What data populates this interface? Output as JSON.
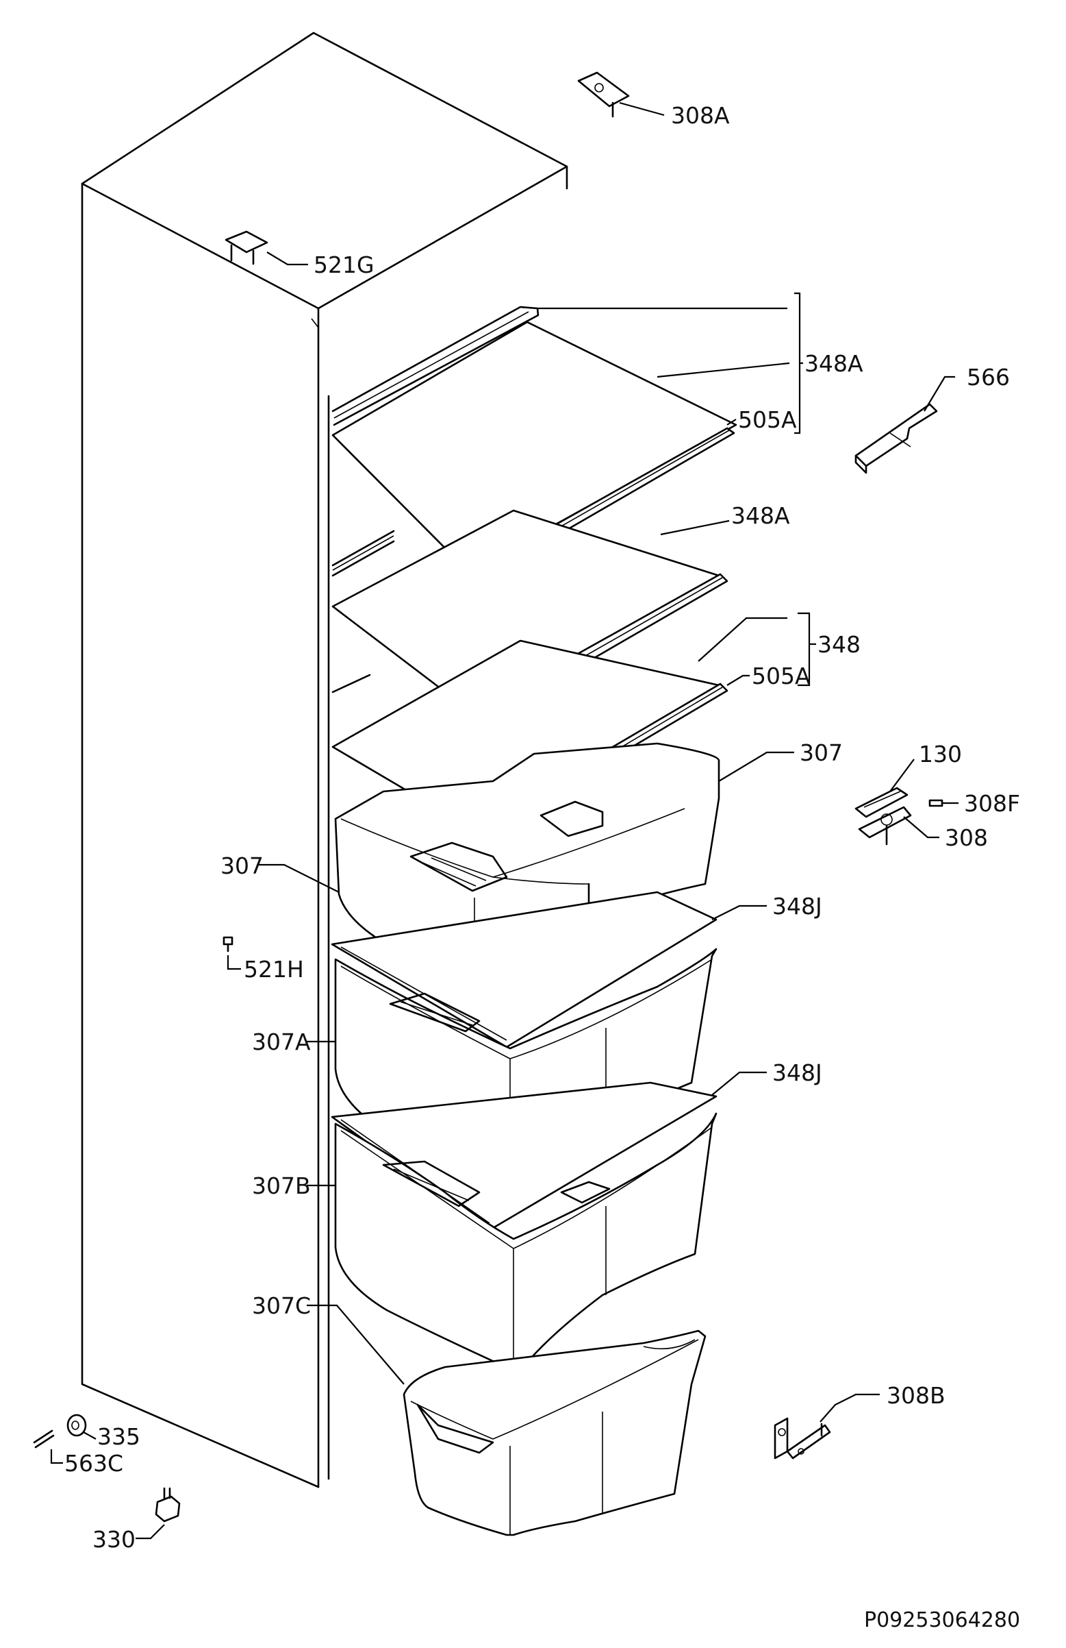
{
  "diagram": {
    "labels": {
      "l308A": "308A",
      "l521G": "521G",
      "l348A_1": "348A",
      "l566": "566",
      "l505A_1": "505A",
      "l348A_2": "348A",
      "l348": "348",
      "l505A_2": "505A",
      "l307_r": "307",
      "l130": "130",
      "l308F": "308F",
      "l308": "308",
      "l307_l": "307",
      "l348J_1": "348J",
      "l521H": "521H",
      "l307A": "307A",
      "l348J_2": "348J",
      "l307B": "307B",
      "l307C": "307C",
      "l308B": "308B",
      "l335": "335",
      "l563C": "563C",
      "l330": "330"
    },
    "code": "P09253064280"
  }
}
